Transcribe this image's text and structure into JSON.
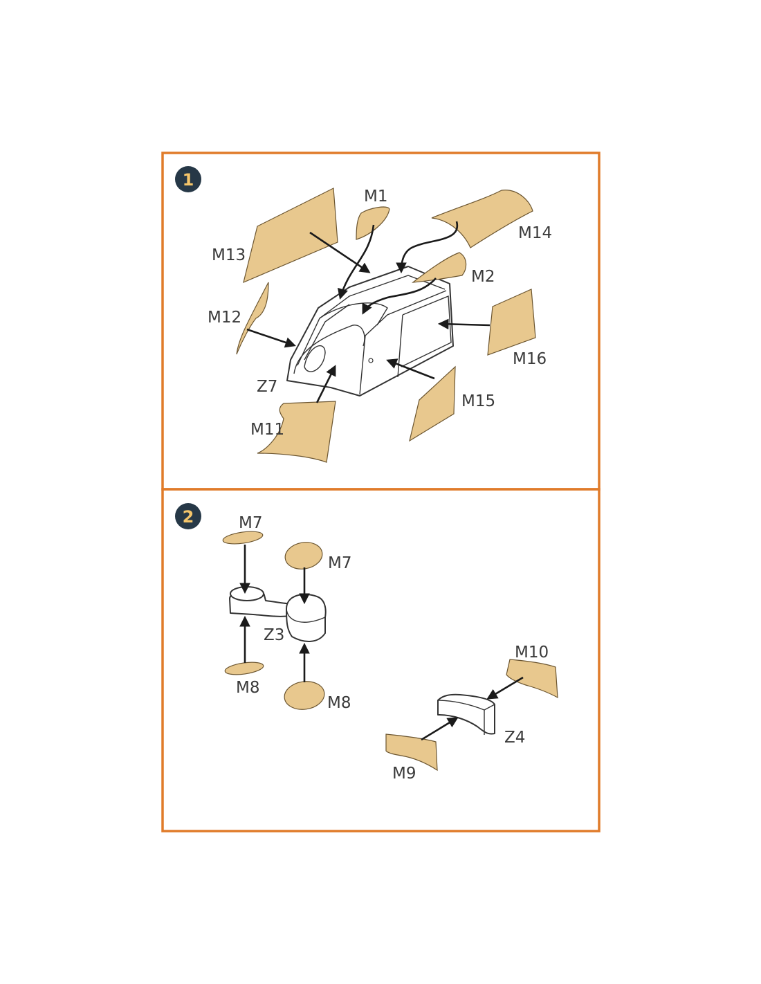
{
  "colors": {
    "frame": "#e07b2a",
    "mask_fill": "#e8c88e",
    "step_badge": "#263847",
    "step_number": "#f4c56a"
  },
  "steps": [
    {
      "number": "1",
      "labels": {
        "m1": "M1",
        "m2": "M2",
        "m11": "M11",
        "m12": "M12",
        "m13": "M13",
        "m14": "M14",
        "m15": "M15",
        "m16": "M16",
        "z7": "Z7"
      }
    },
    {
      "number": "2",
      "labels": {
        "m7_left": "M7",
        "m7_right": "M7",
        "m8_left": "M8",
        "m8_right": "M8",
        "m9": "M9",
        "m10": "M10",
        "z3": "Z3",
        "z4": "Z4"
      }
    }
  ]
}
